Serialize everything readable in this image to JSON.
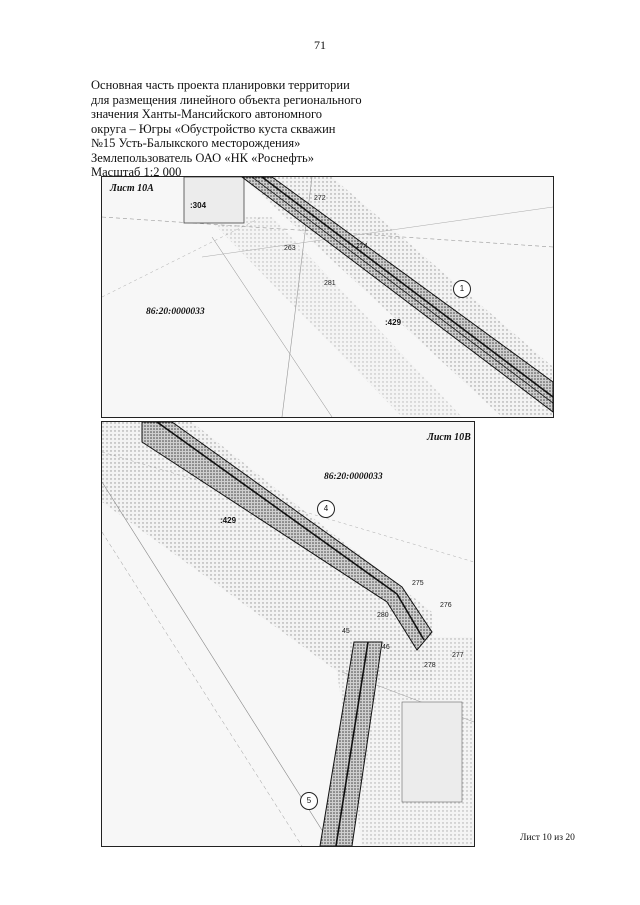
{
  "page_number": "71",
  "header_lines": [
    "Основная часть проекта планировки территории",
    "для размещения линейного объекта регионального",
    "значения Ханты-Мансийского автономного",
    "округа – Югры «Обустройство куста скважин",
    "№15 Усть-Балыкского месторождения»",
    "Землепользователь ОАО «НК «Роснефть»",
    "Масштаб 1:2 000"
  ],
  "map_a": {
    "sheet_label": "Лист 10А",
    "cadastral_number": "86:20:0000033",
    "parcel_304": ":304",
    "parcel_429": ":429",
    "points": {
      "p272": "272",
      "p263": "263",
      "p274": "274",
      "p281": "281"
    },
    "circle": "1"
  },
  "map_b": {
    "sheet_label": "Лист 10В",
    "cadastral_number": "86:20:0000033",
    "parcel_429": ":429",
    "points": {
      "p275": "275",
      "p276": "276",
      "p280": "280",
      "p45": "45",
      "p46": "46",
      "p278": "278",
      "p277": "277"
    },
    "circle_4": "4",
    "circle_5": "5"
  },
  "footer": "Лист 10 из 20"
}
